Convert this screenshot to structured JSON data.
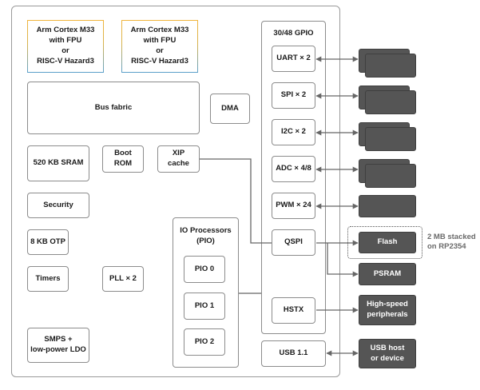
{
  "cpu_cores": [
    {
      "label": "Arm Cortex M33\nwith FPU\nor\nRISC-V Hazard3"
    },
    {
      "label": "Arm Cortex M33\nwith FPU\nor\nRISC-V Hazard3"
    }
  ],
  "bus_fabric": "Bus fabric",
  "dma": "DMA",
  "sram": "520 KB SRAM",
  "boot_rom": "Boot\nROM",
  "xip_cache": "XIP\ncache",
  "security": "Security",
  "otp": "8 KB OTP",
  "timers": "Timers",
  "pll": "PLL × 2",
  "smps": "SMPS +\nlow-power LDO",
  "pio": {
    "title": "IO Processors\n(PIO)",
    "blocks": [
      "PIO 0",
      "PIO 1",
      "PIO 2"
    ]
  },
  "gpio": {
    "title": "30/48 GPIO",
    "blocks": [
      "UART × 2",
      "SPI × 2",
      "I2C × 2",
      "ADC × 4/8",
      "PWM × 24",
      "QSPI",
      "HSTX"
    ]
  },
  "usb": "USB 1.1",
  "external": {
    "flash": "Flash",
    "psram": "PSRAM",
    "hs_peripherals": "High-speed\nperipherals",
    "usb_host": "USB host\nor device",
    "flash_note": "2 MB stacked\non RP2354"
  },
  "colors": {
    "cpu_border_top": "#f0b43c",
    "cpu_border_bottom": "#5aa0cc",
    "external_fill": "#555555",
    "line": "#666666"
  }
}
